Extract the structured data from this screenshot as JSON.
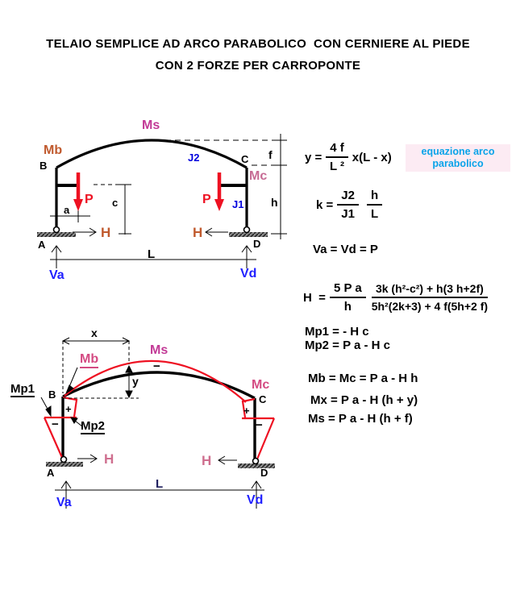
{
  "title": {
    "line1": "TELAIO SEMPLICE AD ARCO PARABOLICO  CON CERNIERE AL PIEDE",
    "line2": "CON 2 FORZE PER CARROPONTE"
  },
  "colors": {
    "moment_curve_red": "#ee1122",
    "upper_mb_h_orange": "#c05a2e",
    "ms_magenta": "#c23a96",
    "upper_mc_rose": "#c76b94",
    "lower_mb_mc_pink": "#d44a82",
    "lower_h_pink": "#cf6f8f",
    "reactions_blue": "#2020ff",
    "inertia_blue": "#0000dd",
    "note_cyan": "#09a3e9"
  },
  "upper": {
    "ms": "Ms",
    "mb": "Mb",
    "mc": "Mc",
    "j1": "J1",
    "j2": "J2",
    "b_node": "B",
    "c_node": "C",
    "a_node": "A",
    "d_node": "D",
    "p_left": "P",
    "p_right": "P",
    "h_left": "H",
    "h_right": "H",
    "dim_a": "a",
    "dim_c": "c",
    "dim_f": "f",
    "dim_h": "h",
    "dim_l": "L",
    "va": "Va",
    "vd": "Vd"
  },
  "equations": {
    "parabola": {
      "lhs": "y =",
      "num": "4 f",
      "den": "L ²",
      "rhs": "x(L - x)"
    },
    "note1": "equazione arco",
    "note2": "parabolico",
    "k_eq": {
      "lhs": "k =",
      "num1": "J2",
      "den1": "J1",
      "num2": "h",
      "den2": "L"
    },
    "reactions": "Va = Vd = P",
    "h_eq": {
      "lhs": "H  =",
      "num1": "5 P a",
      "den1": "h",
      "num2": "3k (h²-c²) + h(3 h+2f)",
      "den2": "5h²(2k+3) + 4 f(5h+2 f)"
    },
    "mp1": "Mp1 = - H c",
    "mp2": "Mp2 = P a - H c",
    "mb": "Mb = Mc = P a - H h",
    "mx": "Mx = P a - H (h + y)",
    "ms": "Ms = P a - H (h + f)"
  },
  "lower": {
    "ms": "Ms",
    "mb": "Mb",
    "mc": "Mc",
    "mp1": "Mp1",
    "mp2": "Mp2",
    "dim_x": "x",
    "dim_y": "y",
    "dim_l": "L",
    "b_node": "B",
    "c_node": "C",
    "a_node": "A",
    "d_node": "D",
    "h_left": "H",
    "h_right": "H",
    "va": "Va",
    "vd": "Vd",
    "signs": {
      "crown_neg": "−",
      "left_pos": "+",
      "left_neg": "−",
      "right_pos": "+",
      "right_neg": "−"
    }
  }
}
